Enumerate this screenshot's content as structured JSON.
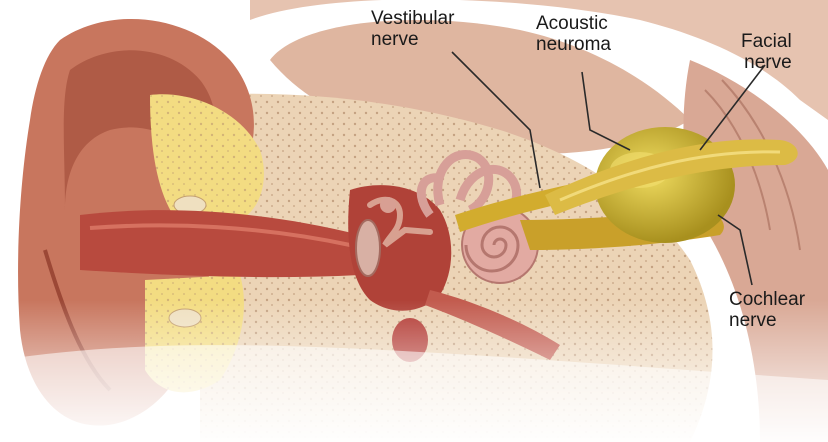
{
  "labels": {
    "vestibular": [
      "Vestibular",
      "nerve"
    ],
    "acoustic": [
      "Acoustic",
      "neuroma"
    ],
    "facial": [
      "Facial",
      "nerve"
    ],
    "cochlear": [
      "Cochlear",
      "nerve"
    ]
  },
  "colors": {
    "skin": "#c8765e",
    "skin_dark": "#a4503c",
    "canal": "#b84a3e",
    "bone": "#ead2b4",
    "bone_dots": "#b38c6c",
    "fat": "#f3dc82",
    "brain": "#e2b9a5",
    "nerve": "#d2ac2e",
    "neuroma": "#c8ae28",
    "inner_ear": "#d9a19a",
    "leader": "#2a2a2a"
  }
}
